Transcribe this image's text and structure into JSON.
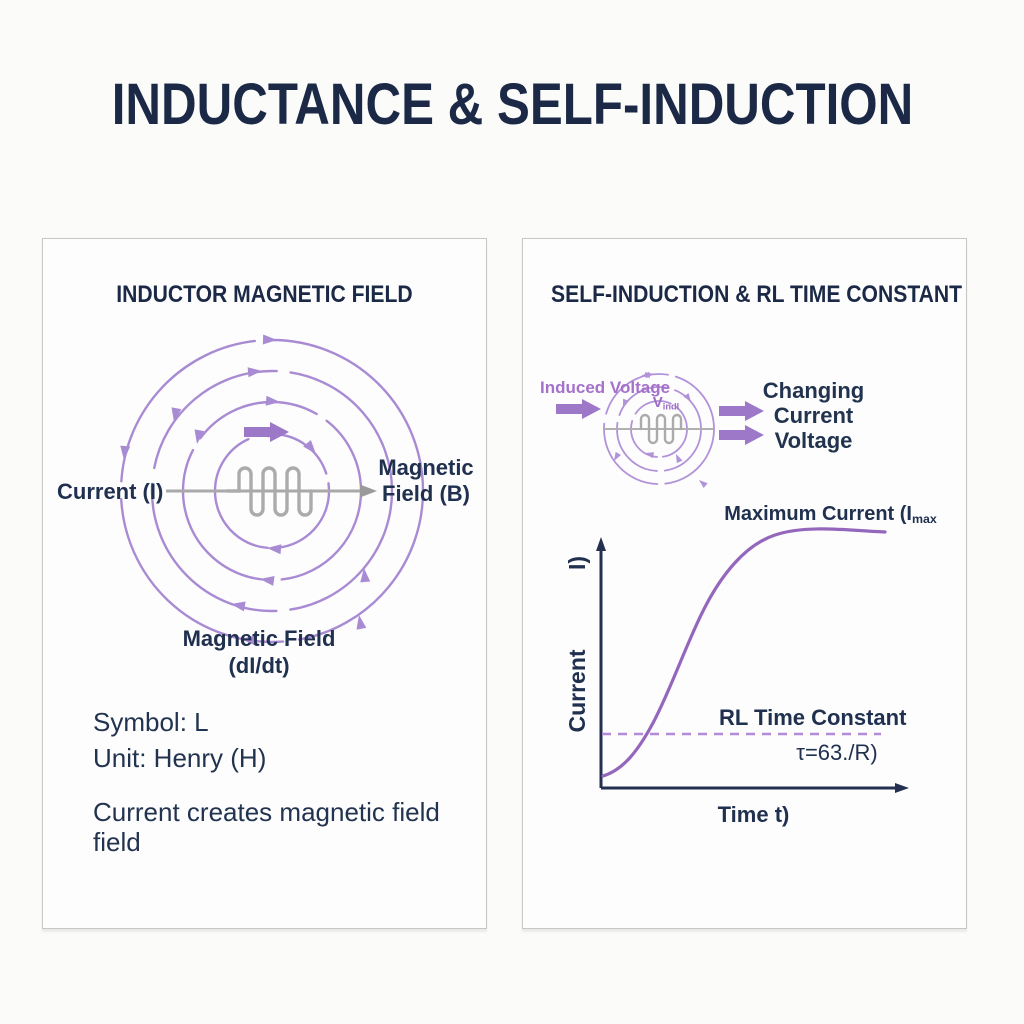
{
  "title": "INDUCTANCE & SELF-INDUCTION",
  "left_panel": {
    "header": "INDUCTOR MAGNETIC FIELD",
    "current_label": "Current (I)",
    "magnetic_field_line1": "Magnetic",
    "magnetic_field_line2": "Field (B)",
    "bottom_label_line1": "Magnetic Field",
    "bottom_label_line2": "(dI/dt)",
    "symbol_line": "Symbol: L",
    "unit_line": "Unit: Henry (H)",
    "note_line1": "Current creates magnetic field",
    "note_line2": "field"
  },
  "right_panel": {
    "header": "SELF-INDUCTION & RL TIME CONSTANT",
    "induced_voltage_label": "Induced Voltage",
    "coil_voltage_main": "V",
    "coil_voltage_sub": "indl",
    "output_line1": "Changing",
    "output_line2": "Current",
    "output_line3": "Voltage",
    "chart": {
      "type": "line",
      "description": "Exponential rise of current in an RL circuit versus time",
      "max_current_main": "Maximum Current (I",
      "max_current_sub": "max",
      "y_label_word": "Current",
      "y_label_unit": "I)",
      "x_label": "Time t)",
      "rl_label": "RL Time Constant",
      "tau_label": "τ=63./R)"
    }
  },
  "colors": {
    "navy_text": "#20304f",
    "title_navy": "#1b2947",
    "field_line_purple": "#a98bd3",
    "bold_arrow_purple": "#9d77c8",
    "purple_label": "#a471cb",
    "curve_purple": "#9467bd",
    "dashed_purple": "#b38bd8",
    "coil_gray": "#a9a9a9",
    "panel_border": "#c7c7c7",
    "background": "#fbfbfa"
  }
}
